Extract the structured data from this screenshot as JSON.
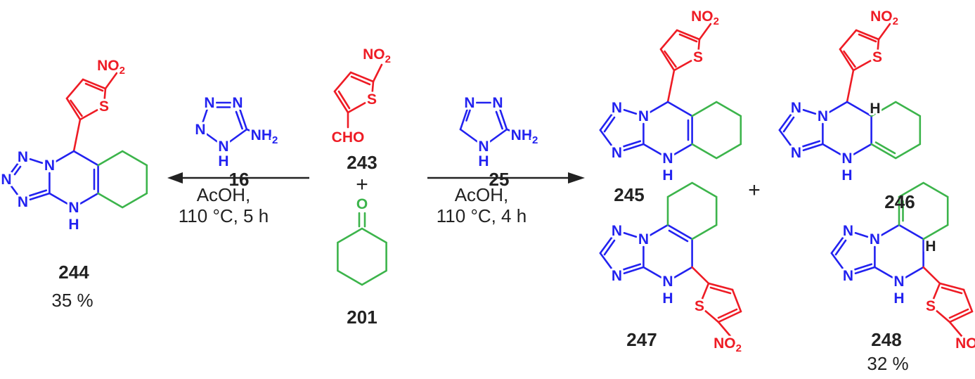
{
  "scheme": {
    "colors": {
      "red": "#ee1c25",
      "blue": "#2222f0",
      "green": "#3cb44b",
      "black": "#222222"
    },
    "atoms": {
      "N": "N",
      "S": "S",
      "H": "H",
      "O": "O",
      "NO": "NO",
      "NH": "NH",
      "sub2": "2",
      "CHO": "CHO"
    },
    "plus": "+",
    "compounds": {
      "c16": {
        "num": "16"
      },
      "c25": {
        "num": "25"
      },
      "c243": {
        "num": "243"
      },
      "c201": {
        "num": "201"
      },
      "c244": {
        "num": "244",
        "yield": "35 %"
      },
      "c245": {
        "num": "245"
      },
      "c246": {
        "num": "246"
      },
      "c247": {
        "num": "247"
      },
      "c248": {
        "num": "248",
        "yield": "32 %"
      }
    },
    "conditions": {
      "left": {
        "l1": "AcOH,",
        "l2": "110 °C, 5 h"
      },
      "right": {
        "l1": "AcOH,",
        "l2": "110 °C, 4 h"
      }
    }
  }
}
